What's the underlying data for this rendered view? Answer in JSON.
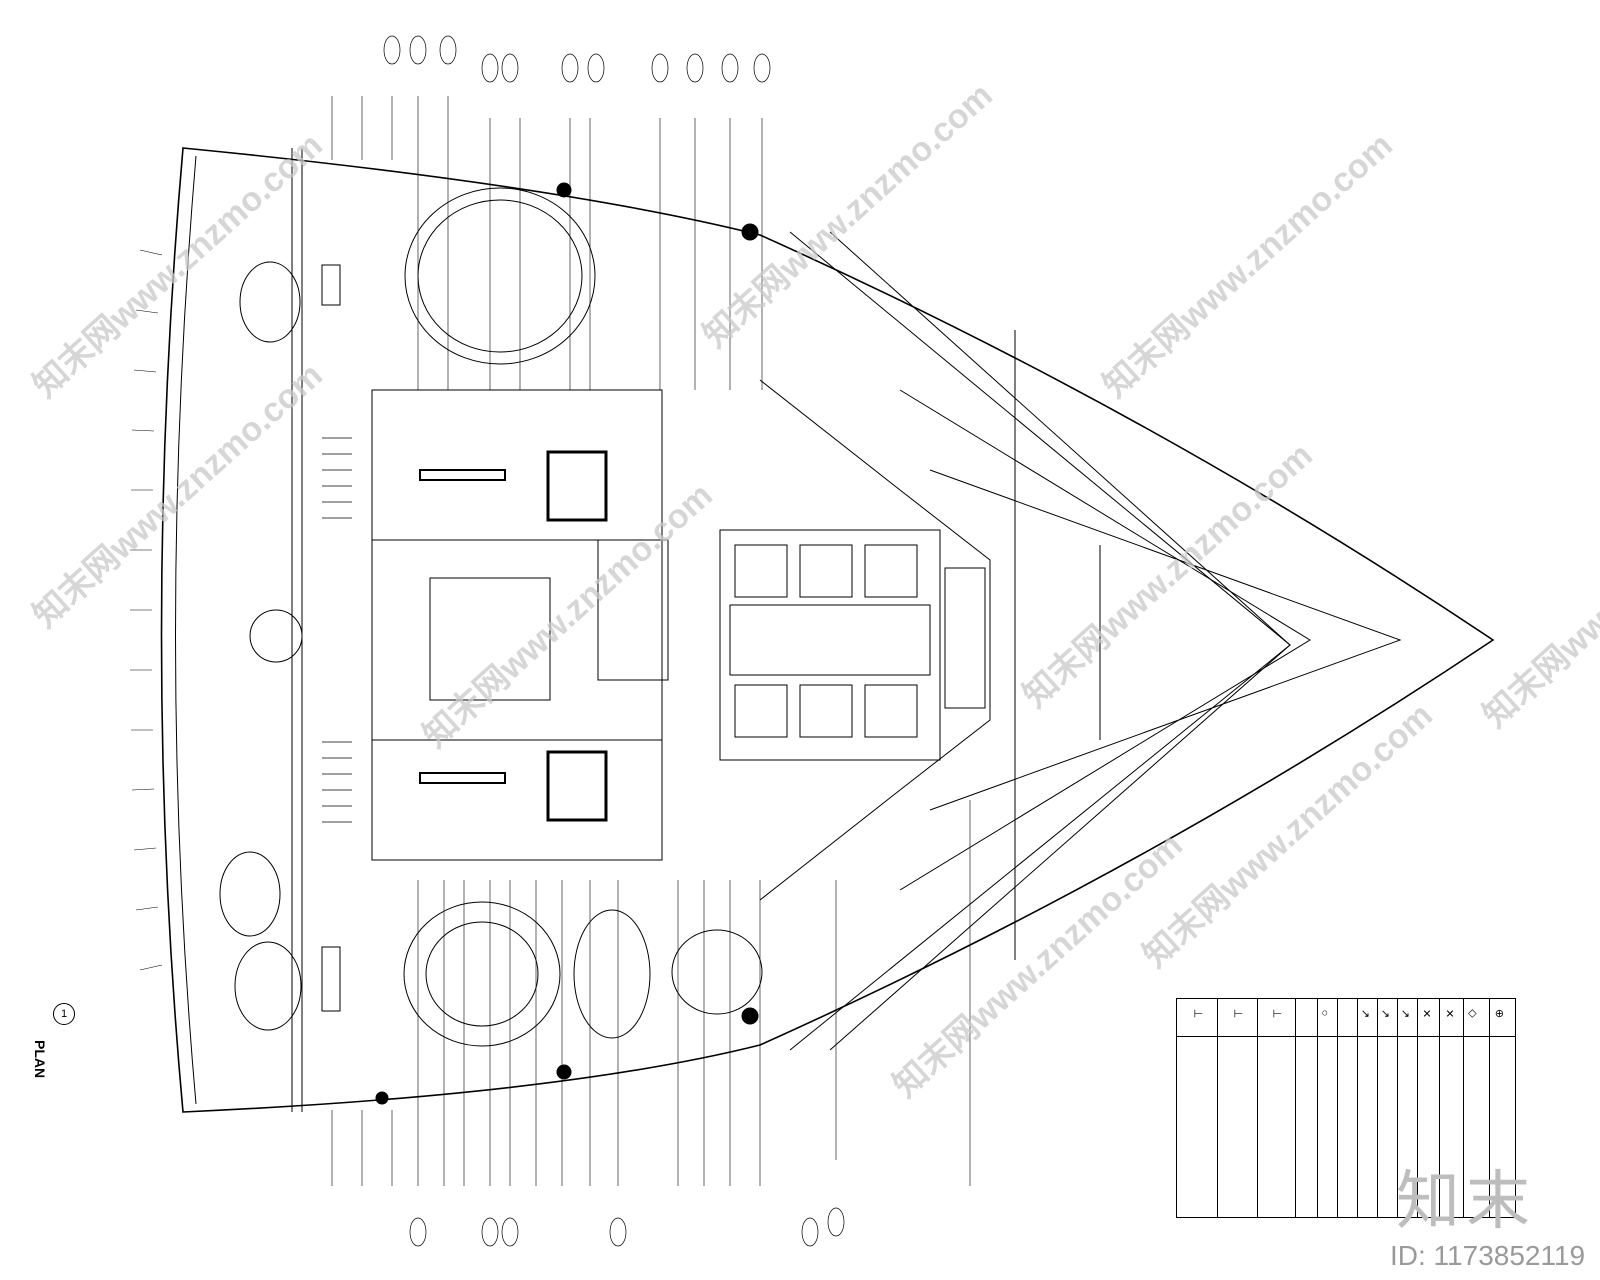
{
  "drawing": {
    "title": "PLAN",
    "number": "1",
    "brand_mark": "知末",
    "id_text": "ID: 1173852119",
    "watermark": "知末网www.znzmo.com"
  },
  "legend": {
    "symbols": [
      "⊕",
      "◇",
      "✕",
      "✕",
      "↗",
      "↗",
      "↗",
      "○",
      "⊥",
      "⊥",
      "⊥"
    ]
  },
  "colors": {
    "line": "#000000",
    "watermark": "#c9c9c9",
    "background": "#ffffff"
  }
}
